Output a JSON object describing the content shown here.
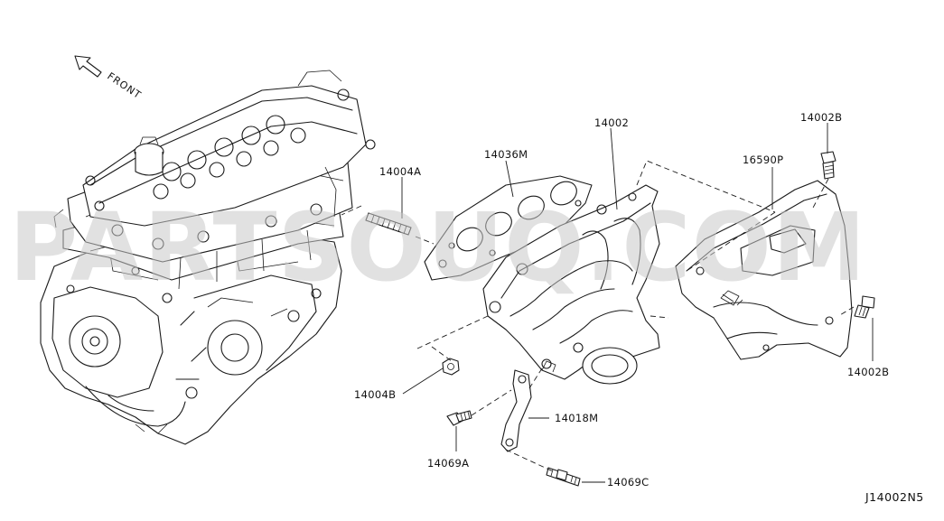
{
  "diagram": {
    "front_label": "FRONT",
    "diagram_code": "J14002N5",
    "watermark": "PARTSOUQ.COM",
    "parts": [
      {
        "id": "p1",
        "label": "14002"
      },
      {
        "id": "p2",
        "label": "14036M"
      },
      {
        "id": "p3",
        "label": "14004A"
      },
      {
        "id": "p4",
        "label": "14002B"
      },
      {
        "id": "p5",
        "label": "16590P"
      },
      {
        "id": "p6",
        "label": "14002B"
      },
      {
        "id": "p7",
        "label": "14004B"
      },
      {
        "id": "p8",
        "label": "14018M"
      },
      {
        "id": "p9",
        "label": "14069A"
      },
      {
        "id": "p10",
        "label": "14069C"
      }
    ]
  }
}
